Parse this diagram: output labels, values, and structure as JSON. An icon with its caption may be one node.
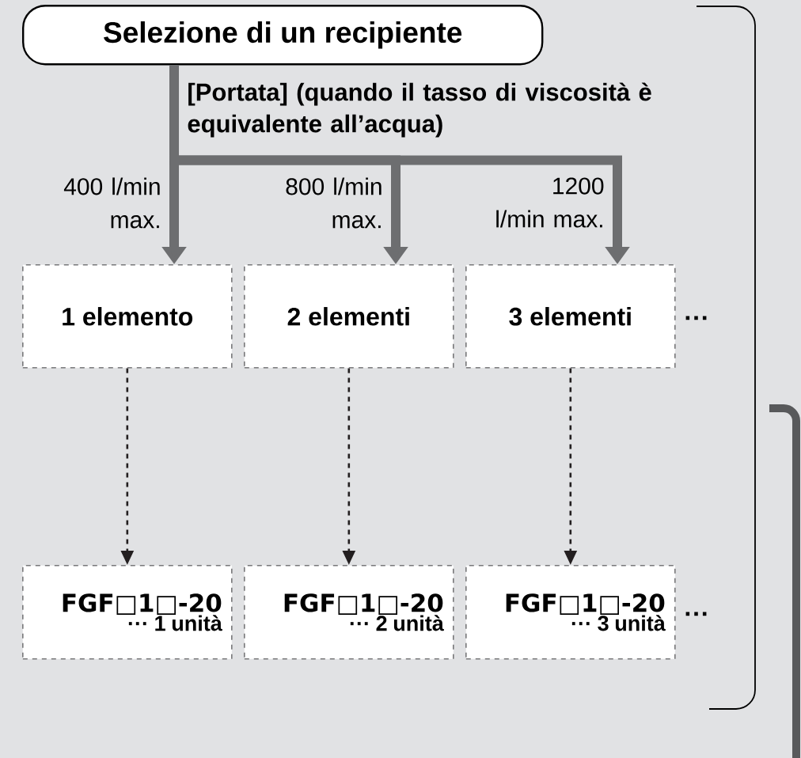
{
  "diagram": {
    "nodes": [
      {
        "text": [
          "Selezione di un recipiente"
        ]
      },
      {
        "text": [
          "1 elemento"
        ]
      },
      {
        "text": [
          "2 elementi"
        ]
      },
      {
        "text": [
          "3 elementi"
        ],
        "beside": [
          "···"
        ]
      },
      {
        "text": [
          "FGF□1□-20",
          "··· 1 unità"
        ]
      },
      {
        "text": [
          "FGF□1□-20",
          "··· 2 unità"
        ]
      },
      {
        "text": [
          "FGF□1□-20",
          "··· 3 unità"
        ],
        "beside": [
          "···"
        ]
      }
    ],
    "edges": [
      {
        "from": 0,
        "to": 1,
        "arrow": "to",
        "label": "400 l/min max.",
        "style": "thick",
        "color": "#6d6e70"
      },
      {
        "from": 0,
        "to": 2,
        "arrow": "to",
        "label": "800 l/min max.",
        "style": "thick",
        "color": "#6d6e70"
      },
      {
        "from": 0,
        "to": 3,
        "arrow": "to",
        "label": "1200 l/min max.",
        "style": "thick",
        "color": "#6d6e70"
      },
      {
        "from": 1,
        "to": 4,
        "arrow": "to",
        "style": "dashed",
        "color": "#231f20"
      },
      {
        "from": 2,
        "to": 5,
        "arrow": "to",
        "style": "dashed",
        "color": "#231f20"
      },
      {
        "from": 3,
        "to": 6,
        "arrow": "to",
        "style": "dashed",
        "color": "#231f20"
      }
    ],
    "labels": [
      "[Portata] (quando il tasso di viscosità è equivalente all’acqua)"
    ]
  }
}
